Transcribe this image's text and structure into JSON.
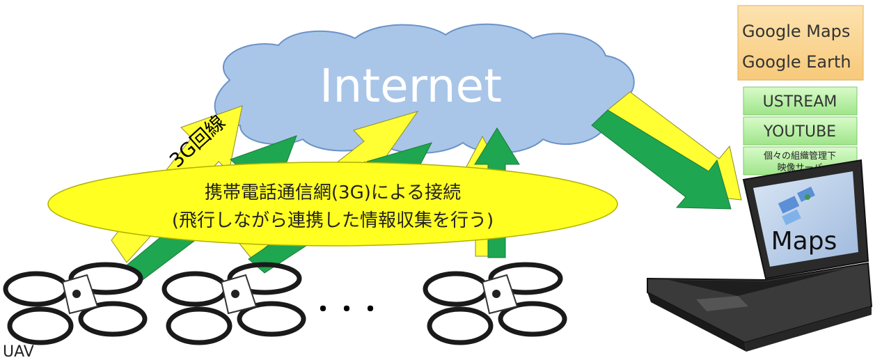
{
  "cloud": {
    "label": "Internet"
  },
  "link_label": "3G回線",
  "ellipse": {
    "line1": "携帯電話通信網(3G)による接続",
    "line2": "(飛行しながら連携した情報収集を行う)"
  },
  "services": {
    "maps_box_line1": "Google Maps",
    "maps_box_line2": "Google Earth",
    "ustream": "USTREAM",
    "youtube": "YOUTUBE",
    "org_server_line1": "個々の組織管理下",
    "org_server_line2": "映像サーバ"
  },
  "laptop": {
    "screen_label": "Maps"
  },
  "drones": {
    "label": "UAV",
    "ellipsis": "・・・"
  },
  "colors": {
    "cloud_fill": "#a9c6e8",
    "cloud_stroke": "#6b93c8",
    "arrow_yellow": "#ffff33",
    "arrow_green": "#1fa650",
    "ellipse_fill": "#ffff22",
    "maps_box_fill": "#fbd89a",
    "service_box_fill": "#b9f2a6"
  }
}
